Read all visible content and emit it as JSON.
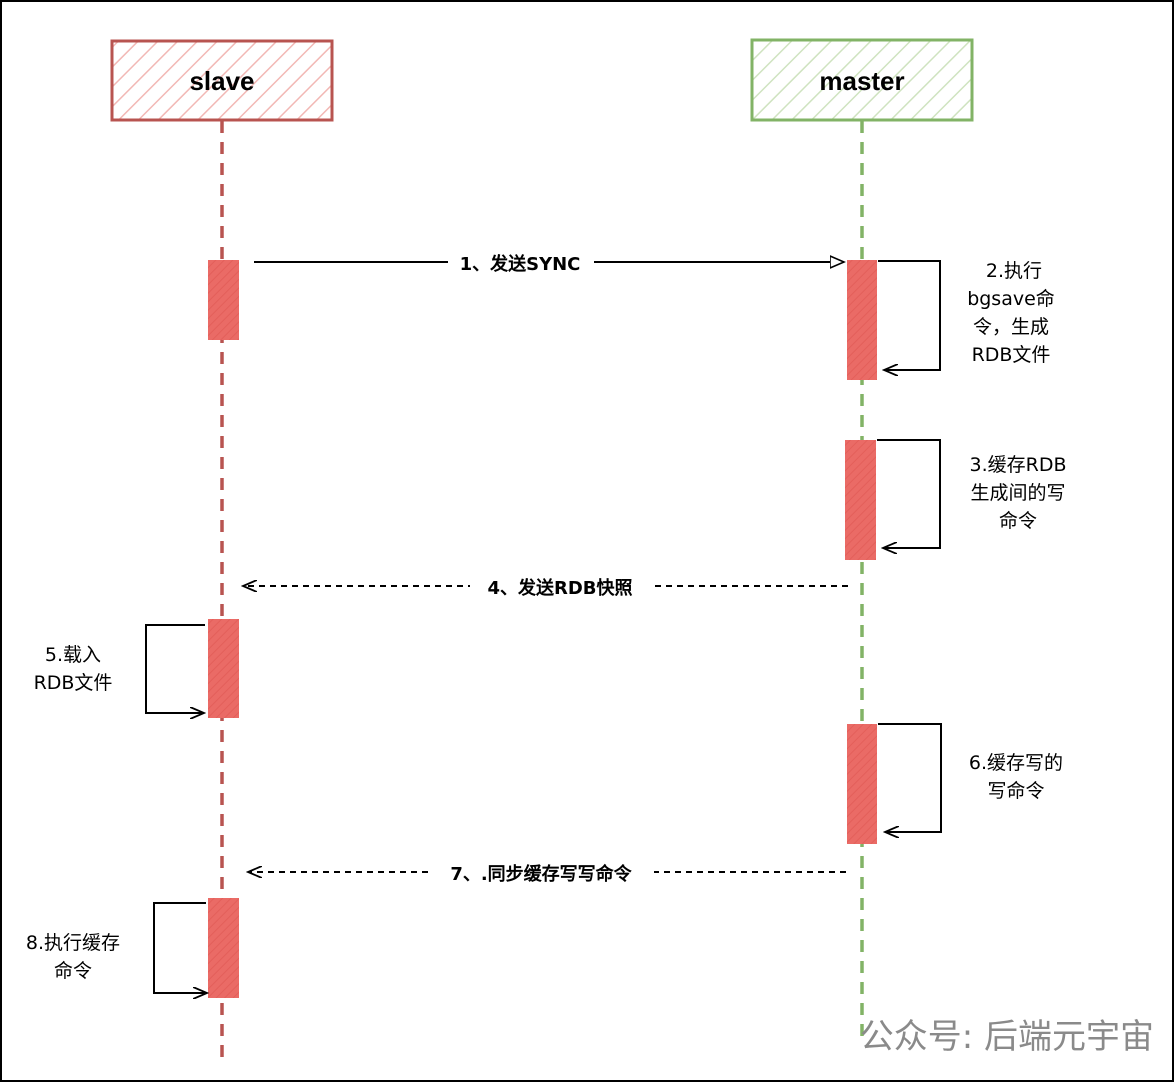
{
  "actors": {
    "slave": {
      "label": "slave",
      "color": "#b85450"
    },
    "master": {
      "label": "master",
      "color": "#82b366"
    }
  },
  "messages": [
    {
      "label": "1、发送SYNC"
    },
    {
      "label": "4、发送RDB快照"
    },
    {
      "label": "7、.同步缓存写写命令"
    }
  ],
  "notes": {
    "n2": [
      "2.执行",
      "bgsave命",
      "令，生成",
      "RDB文件"
    ],
    "n3": [
      "3.缓存RDB",
      "生成间的写",
      "命令"
    ],
    "n5": [
      "5.载入",
      "RDB文件"
    ],
    "n6": [
      "6.缓存写的",
      "写命令"
    ],
    "n8": [
      "8.执行缓存",
      "命令"
    ]
  },
  "watermark": "公众号: 后端元宇宙",
  "colors": {
    "activation": "#ea6b66",
    "slave_stroke": "#b85450",
    "master_stroke": "#82b366",
    "frame": "#000000"
  }
}
